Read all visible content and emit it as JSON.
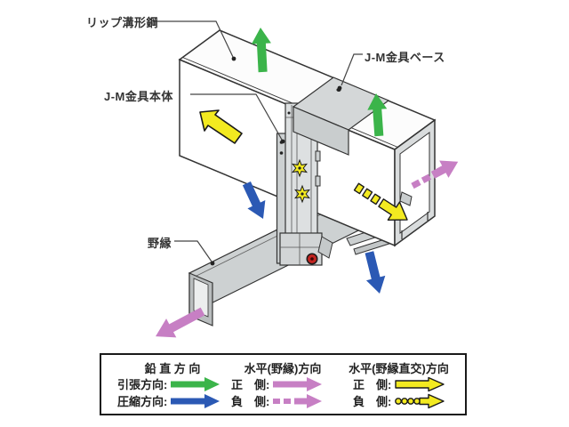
{
  "diagram": {
    "labels": {
      "lip_channel": "リップ溝形鋼",
      "jm_base": "J-M金具ベース",
      "jm_body": "J-M金具本体",
      "joist": "野縁"
    },
    "arrows": [
      {
        "name": "vertical-tension-top",
        "meaning": "引張方向",
        "color": "#3bb44a",
        "style": "solid",
        "direction": "up"
      },
      {
        "name": "vertical-tension-right",
        "meaning": "引張方向",
        "color": "#3bb44a",
        "style": "solid",
        "direction": "up"
      },
      {
        "name": "vertical-compression-left",
        "meaning": "圧縮方向",
        "color": "#2b59b4",
        "style": "solid",
        "direction": "down"
      },
      {
        "name": "vertical-compression-right",
        "meaning": "圧縮方向",
        "color": "#2b59b4",
        "style": "solid",
        "direction": "down"
      },
      {
        "name": "horizontal-perp-positive",
        "meaning": "水平(野縁直交)方向 正側",
        "color": "#f3ea20",
        "style": "solid",
        "direction": "up-left"
      },
      {
        "name": "horizontal-perp-negative",
        "meaning": "水平(野縁直交)方向 負側",
        "color": "#f3ea20",
        "style": "dashed",
        "direction": "down-right"
      },
      {
        "name": "horizontal-joist-positive",
        "meaning": "水平(野縁)方向 正側",
        "color": "#c77fc4",
        "style": "solid",
        "direction": "down-left"
      },
      {
        "name": "horizontal-joist-negative",
        "meaning": "水平(野縁)方向 負側",
        "color": "#c77fc4",
        "style": "dashed",
        "direction": "up-right"
      }
    ]
  },
  "legend": {
    "columns": [
      {
        "header": "鉛 直 方 向",
        "rows": [
          {
            "label": "引張方向:",
            "arrow": "green-solid"
          },
          {
            "label": "圧縮方向:",
            "arrow": "blue-solid"
          }
        ]
      },
      {
        "header": "水平(野縁)方向",
        "rows": [
          {
            "label": "正　側:",
            "arrow": "pink-solid"
          },
          {
            "label": "負　側:",
            "arrow": "pink-dashed"
          }
        ]
      },
      {
        "header": "水平(野縁直交)方向",
        "rows": [
          {
            "label": "正　側:",
            "arrow": "yellow-solid"
          },
          {
            "label": "負　側:",
            "arrow": "yellow-dotted"
          }
        ]
      }
    ]
  },
  "colors": {
    "green": "#3bb44a",
    "blue": "#2b59b4",
    "pink": "#c77fc4",
    "yellow": "#f3ea20",
    "red_screw": "#c22420",
    "metal_light": "#dde0e1",
    "metal_mid": "#cdd1d2",
    "metal_dark": "#b9bdbe",
    "line": "#333333"
  }
}
